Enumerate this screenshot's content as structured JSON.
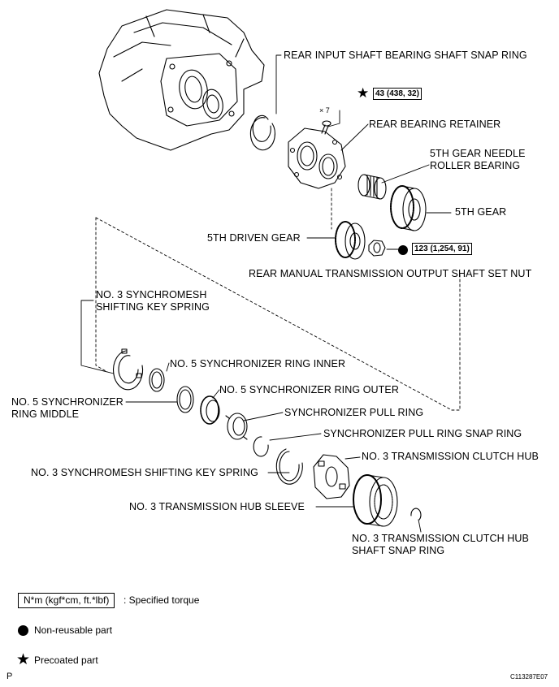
{
  "labels": {
    "snap_ring_rear_input": "REAR INPUT SHAFT BEARING SHAFT SNAP RING",
    "bolt_qty": "× 7",
    "torque_bolt": "43 (438, 32)",
    "rear_bearing_retainer": "REAR BEARING RETAINER",
    "needle_bearing_line1": "5TH GEAR NEEDLE",
    "needle_bearing_line2": "ROLLER BEARING",
    "fifth_gear": "5TH GEAR",
    "fifth_driven_gear": "5TH DRIVEN GEAR",
    "torque_nut": "123 (1,254, 91)",
    "output_shaft_nut": "REAR MANUAL TRANSMISSION OUTPUT SHAFT SET NUT",
    "key_spring_top_line1": "NO. 3 SYNCHROMESH",
    "key_spring_top_line2": "SHIFTING KEY SPRING",
    "sync_ring_inner": "NO. 5 SYNCHRONIZER RING INNER",
    "sync_ring_middle_line1": "NO. 5 SYNCHRONIZER",
    "sync_ring_middle_line2": "RING MIDDLE",
    "sync_ring_outer": "NO. 5 SYNCHRONIZER RING OUTER",
    "pull_ring": "SYNCHRONIZER PULL RING",
    "pull_ring_snap": "SYNCHRONIZER PULL RING SNAP RING",
    "clutch_hub": "NO. 3 TRANSMISSION CLUTCH HUB",
    "key_spring_bottom": "NO. 3 SYNCHROMESH SHIFTING KEY SPRING",
    "hub_sleeve": "NO. 3 TRANSMISSION HUB SLEEVE",
    "hub_snap_ring_line1": "NO. 3 TRANSMISSION CLUTCH HUB",
    "hub_snap_ring_line2": "SHAFT SNAP RING"
  },
  "legend": {
    "torque_box": "N*m (kgf*cm, ft.*lbf)",
    "torque_desc": ": Specified torque",
    "nonreusable": "Non-reusable part",
    "precoated": "Precoated part"
  },
  "footer": {
    "left_mark": "P",
    "figure_id": "C113287E07"
  },
  "symbols": {
    "star": "★"
  }
}
